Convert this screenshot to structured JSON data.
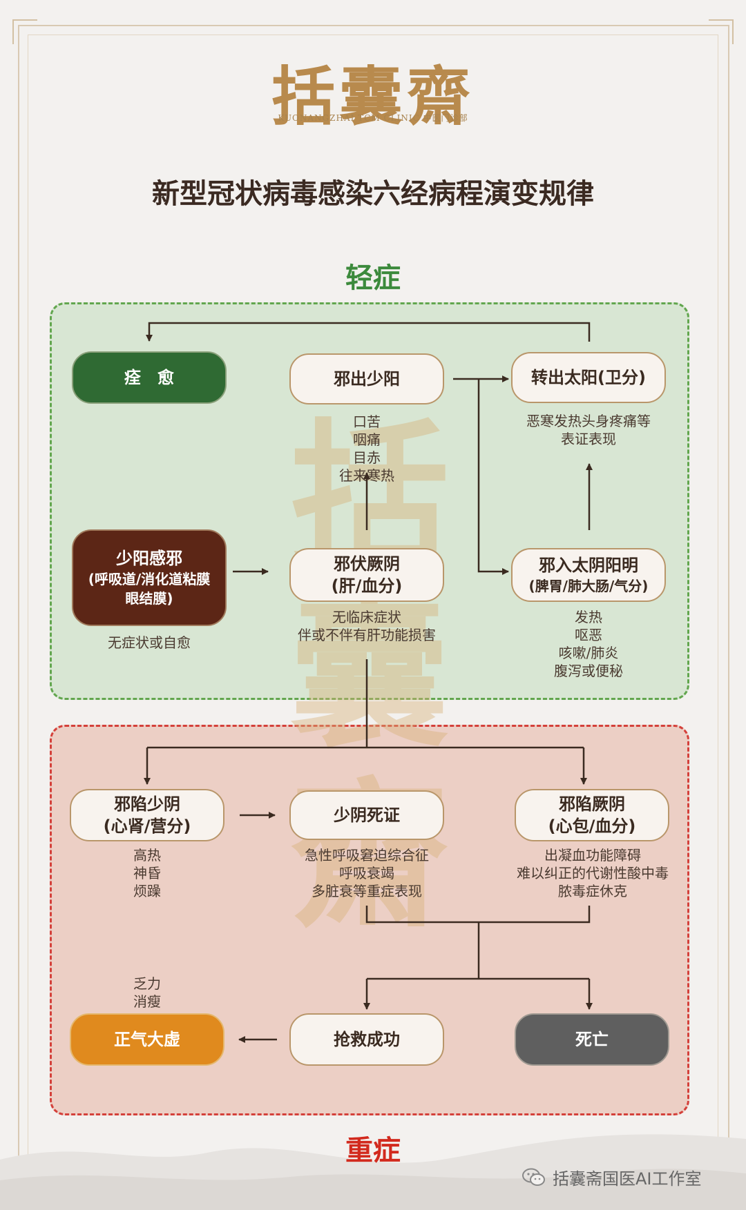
{
  "header": {
    "logo_text": "括囊齋",
    "logo_subtitle": "KUONANGZHAI TCM CLINIC 中医门诊部",
    "title": "新型冠状病毒感染六经病程演变规律"
  },
  "sections": {
    "mild": "轻症",
    "severe": "重症"
  },
  "watermark": "括囊齋",
  "nodes": {
    "recovery": "痊　愈",
    "shaoyang_out": "邪出少阳",
    "taiyang_out": "转出太阳(卫分)",
    "shaoyang_infection": {
      "line1": "少阳感邪",
      "line2": "(呼吸道/消化道粘膜",
      "line3": "眼结膜)"
    },
    "jueyin_latent": {
      "line1": "邪伏厥阴",
      "line2": "(肝/血分)"
    },
    "taiyin_yangming": {
      "line1": "邪入太阴阳明",
      "line2": "(脾胃/肺大肠/气分)"
    },
    "shaoyin_trap": {
      "line1": "邪陷少阴",
      "line2": "(心肾/营分)"
    },
    "shaoyin_death_sign": "少阴死证",
    "jueyin_trap": {
      "line1": "邪陷厥阴",
      "line2": "(心包/血分)"
    },
    "qi_deficiency": "正气大虚",
    "rescue_success": "抢救成功",
    "death": "死亡"
  },
  "descriptions": {
    "shaoyang_out": [
      "口苦",
      "咽痛",
      "目赤",
      "往来寒热"
    ],
    "taiyang_out": [
      "恶寒发热头身疼痛等",
      "表证表现"
    ],
    "shaoyang_infection": [
      "无症状或自愈"
    ],
    "jueyin_latent": [
      "无临床症状",
      "伴或不伴有肝功能损害"
    ],
    "taiyin_yangming": [
      "发热",
      "呕恶",
      "咳嗽/肺炎",
      "腹泻或便秘"
    ],
    "shaoyin_trap": [
      "高热",
      "神昏",
      "烦躁"
    ],
    "shaoyin_death_sign": [
      "急性呼吸窘迫综合征",
      "呼吸衰竭",
      "多脏衰等重症表现"
    ],
    "jueyin_trap": [
      "出凝血功能障碍",
      "难以纠正的代谢性酸中毒",
      "脓毒症休克"
    ],
    "qi_deficiency": [
      "乏力",
      "消瘦"
    ]
  },
  "footer": {
    "account": "括囊斋国医AI工作室"
  },
  "colors": {
    "mild_region": "#d8e6d3",
    "mild_border": "#62a64e",
    "severe_region": "#eccfc5",
    "severe_border": "#d4403a",
    "recovery": "#2f6a33",
    "infection": "#5c2616",
    "qi_deficiency": "#e08a1e",
    "death": "#5f5f5f"
  }
}
